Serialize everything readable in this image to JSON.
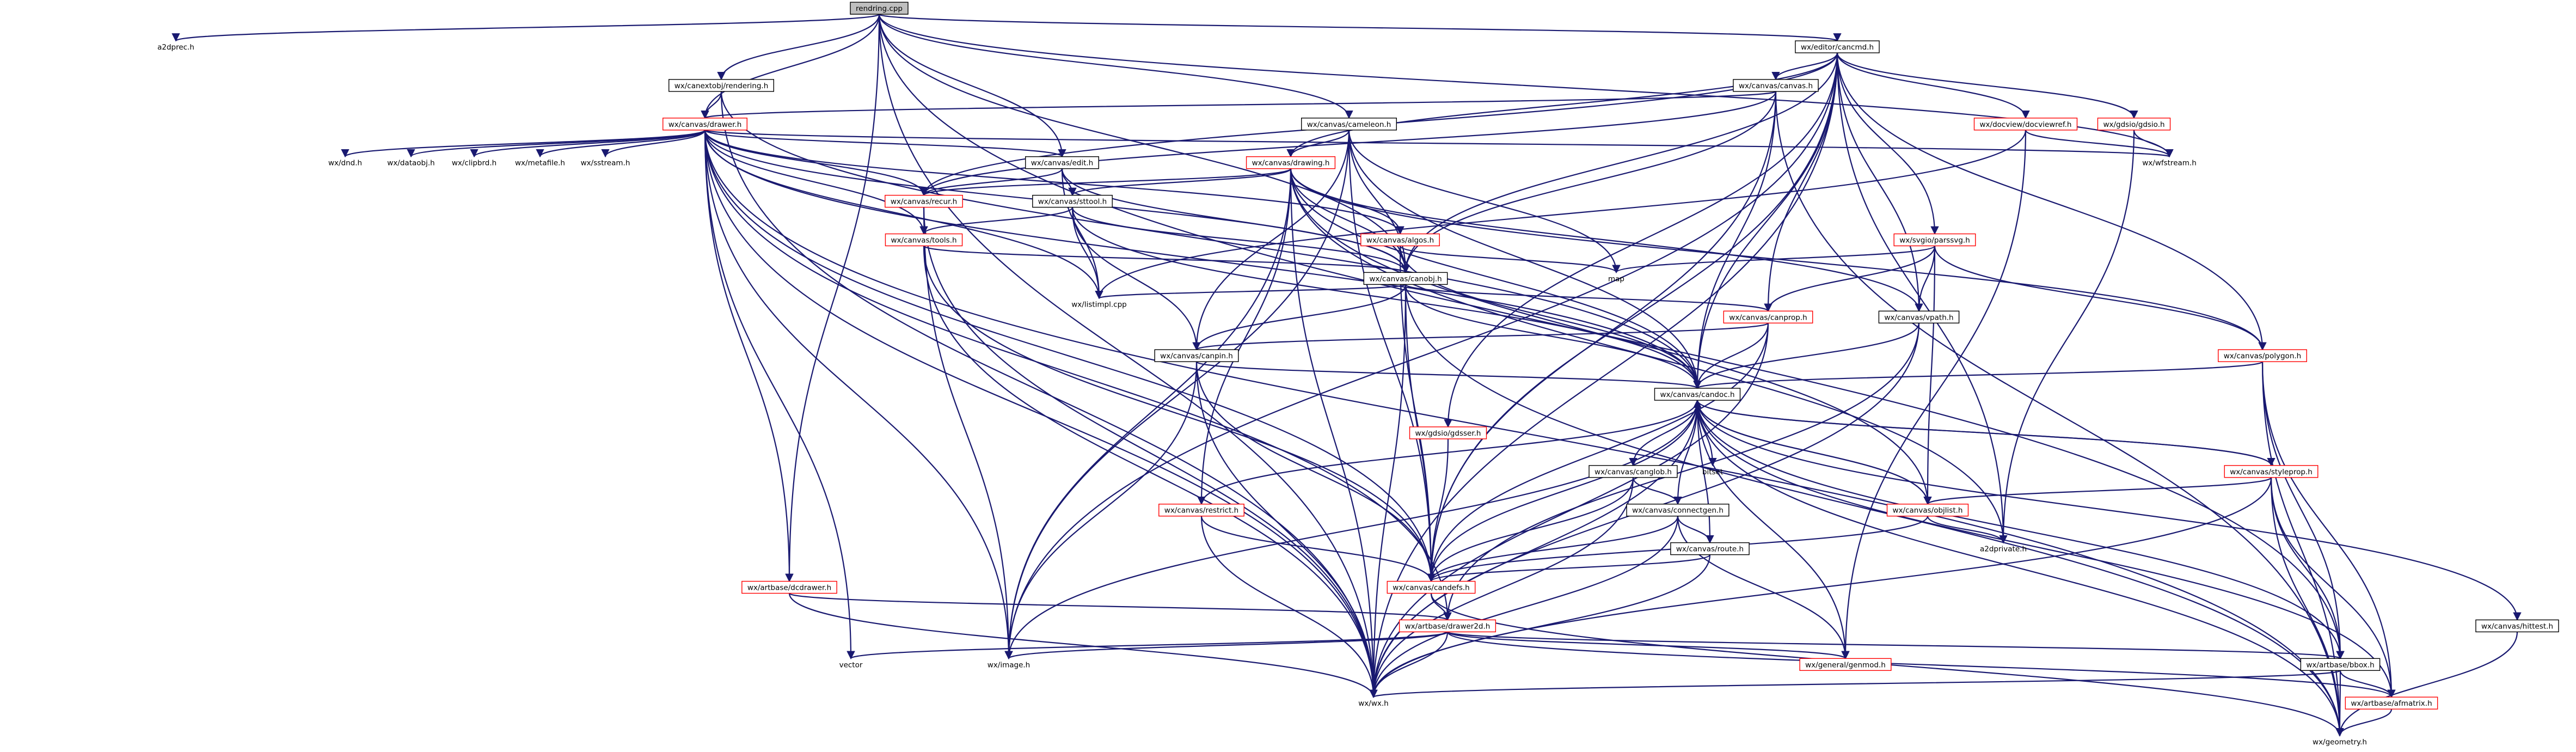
{
  "graph": {
    "title": "rendring.cpp",
    "nodes": [
      {
        "id": "root",
        "label": "rendring.cpp",
        "kind": "root"
      },
      {
        "id": "a2dprec",
        "label": "a2dprec.h",
        "kind": "plain"
      },
      {
        "id": "cancmd",
        "label": "wx/editor/cancmd.h",
        "kind": "box"
      },
      {
        "id": "camrend",
        "label": "wx/canextobj/rendering.h",
        "kind": "box"
      },
      {
        "id": "canvas",
        "label": "wx/canvas/canvas.h",
        "kind": "box"
      },
      {
        "id": "drawer",
        "label": "wx/canvas/drawer.h",
        "kind": "red"
      },
      {
        "id": "cameleon",
        "label": "wx/canvas/cameleon.h",
        "kind": "box"
      },
      {
        "id": "docviewref",
        "label": "wx/docview/docviewref.h",
        "kind": "red"
      },
      {
        "id": "gdsio",
        "label": "wx/gdsio/gdsio.h",
        "kind": "red"
      },
      {
        "id": "dnd",
        "label": "wx/dnd.h",
        "kind": "plain"
      },
      {
        "id": "dataobj",
        "label": "wx/dataobj.h",
        "kind": "plain"
      },
      {
        "id": "clipbrd",
        "label": "wx/clipbrd.h",
        "kind": "plain"
      },
      {
        "id": "metafile",
        "label": "wx/metafile.h",
        "kind": "plain"
      },
      {
        "id": "sstream",
        "label": "wx/sstream.h",
        "kind": "plain"
      },
      {
        "id": "canedit",
        "label": "wx/canvas/edit.h",
        "kind": "box"
      },
      {
        "id": "candrawing",
        "label": "wx/canvas/drawing.h",
        "kind": "red"
      },
      {
        "id": "wfstream",
        "label": "wx/wfstream.h",
        "kind": "plain"
      },
      {
        "id": "recur",
        "label": "wx/canvas/recur.h",
        "kind": "red"
      },
      {
        "id": "sttool",
        "label": "wx/canvas/sttool.h",
        "kind": "box"
      },
      {
        "id": "algos",
        "label": "wx/canvas/algos.h",
        "kind": "red"
      },
      {
        "id": "parssvg",
        "label": "wx/svgio/parssvg.h",
        "kind": "red"
      },
      {
        "id": "tools",
        "label": "wx/canvas/tools.h",
        "kind": "red"
      },
      {
        "id": "map",
        "label": "map",
        "kind": "plain"
      },
      {
        "id": "canobj",
        "label": "wx/canvas/canobj.h",
        "kind": "box"
      },
      {
        "id": "listimpl",
        "label": "wx/listimpl.cpp",
        "kind": "plain"
      },
      {
        "id": "canprop",
        "label": "wx/canvas/canprop.h",
        "kind": "red"
      },
      {
        "id": "vpath",
        "label": "wx/canvas/vpath.h",
        "kind": "box"
      },
      {
        "id": "canpin",
        "label": "wx/canvas/canpin.h",
        "kind": "box"
      },
      {
        "id": "polygon",
        "label": "wx/canvas/polygon.h",
        "kind": "red"
      },
      {
        "id": "gdsser",
        "label": "wx/gdsio/gdsser.h",
        "kind": "red"
      },
      {
        "id": "candoc",
        "label": "wx/canvas/candoc.h",
        "kind": "box"
      },
      {
        "id": "canglob",
        "label": "wx/canvas/canglob.h",
        "kind": "box"
      },
      {
        "id": "bitset",
        "label": "bitset",
        "kind": "plain"
      },
      {
        "id": "styleprop",
        "label": "wx/canvas/styleprop.h",
        "kind": "red"
      },
      {
        "id": "connectgen",
        "label": "wx/canvas/connectgen.h",
        "kind": "box"
      },
      {
        "id": "restrict",
        "label": "wx/canvas/restrict.h",
        "kind": "red"
      },
      {
        "id": "objlist",
        "label": "wx/canvas/objlist.h",
        "kind": "red"
      },
      {
        "id": "a2dprivate",
        "label": "a2dprivate.h",
        "kind": "plain"
      },
      {
        "id": "route",
        "label": "wx/canvas/route.h",
        "kind": "box"
      },
      {
        "id": "dcdrawer",
        "label": "wx/artbase/dcdrawer.h",
        "kind": "red"
      },
      {
        "id": "candefs",
        "label": "wx/canvas/candefs.h",
        "kind": "red"
      },
      {
        "id": "hittest",
        "label": "wx/canvas/hittest.h",
        "kind": "box"
      },
      {
        "id": "drawer2d",
        "label": "wx/artbase/drawer2d.h",
        "kind": "red"
      },
      {
        "id": "vector",
        "label": "vector",
        "kind": "plain"
      },
      {
        "id": "image",
        "label": "wx/image.h",
        "kind": "plain"
      },
      {
        "id": "genmod",
        "label": "wx/general/genmod.h",
        "kind": "red"
      },
      {
        "id": "bbox",
        "label": "wx/artbase/bbox.h",
        "kind": "box"
      },
      {
        "id": "wx",
        "label": "wx/wx.h",
        "kind": "plain"
      },
      {
        "id": "afmatrix",
        "label": "wx/artbase/afmatrix.h",
        "kind": "red"
      },
      {
        "id": "geometry",
        "label": "wx/geometry.h",
        "kind": "plain"
      }
    ]
  }
}
